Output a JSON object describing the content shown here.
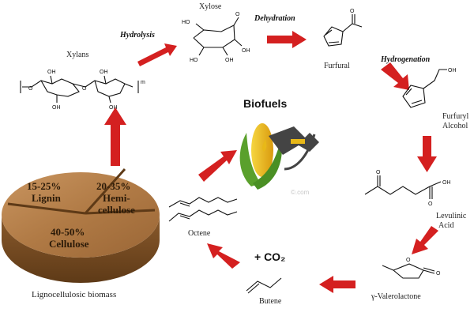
{
  "labels": {
    "xylose": "Xylose",
    "xylans": "Xylans",
    "furfural": "Furfural",
    "furfuryl_l1": "Furfuryl",
    "furfuryl_l2": "Alcohol",
    "levulinic_l1": "Levulinic",
    "levulinic_l2": "Acid",
    "gvl": "γ-Valerolactone",
    "butene": "Butene",
    "octene": "Octene",
    "biofuels": "Biofuels",
    "co2": "+ CO₂",
    "biomass": "Lignocellulosic biomass",
    "watermark": "©.com"
  },
  "steps": {
    "hydrolysis": "Hydrolysis",
    "dehydration": "Dehydration",
    "hydrogenation": "Hydrogenation"
  },
  "biomass_pie": {
    "lignin_pct": "15-25%",
    "lignin": "Lignin",
    "hemi_pct": "20-35%",
    "hemi_l1": "Hemi-",
    "hemi_l2": "cellulose",
    "cellulose_pct": "40-50%",
    "cellulose": "Cellulose"
  },
  "atoms": {
    "oh": "OH",
    "ho": "HO",
    "o": "O",
    "m": "m"
  },
  "colors": {
    "arrow": "#d42020",
    "wood": "#b07a45",
    "wood_dark": "#7a4f25",
    "corn": "#e8b818",
    "leaf": "#5aa02c",
    "nozzle": "#444444"
  }
}
